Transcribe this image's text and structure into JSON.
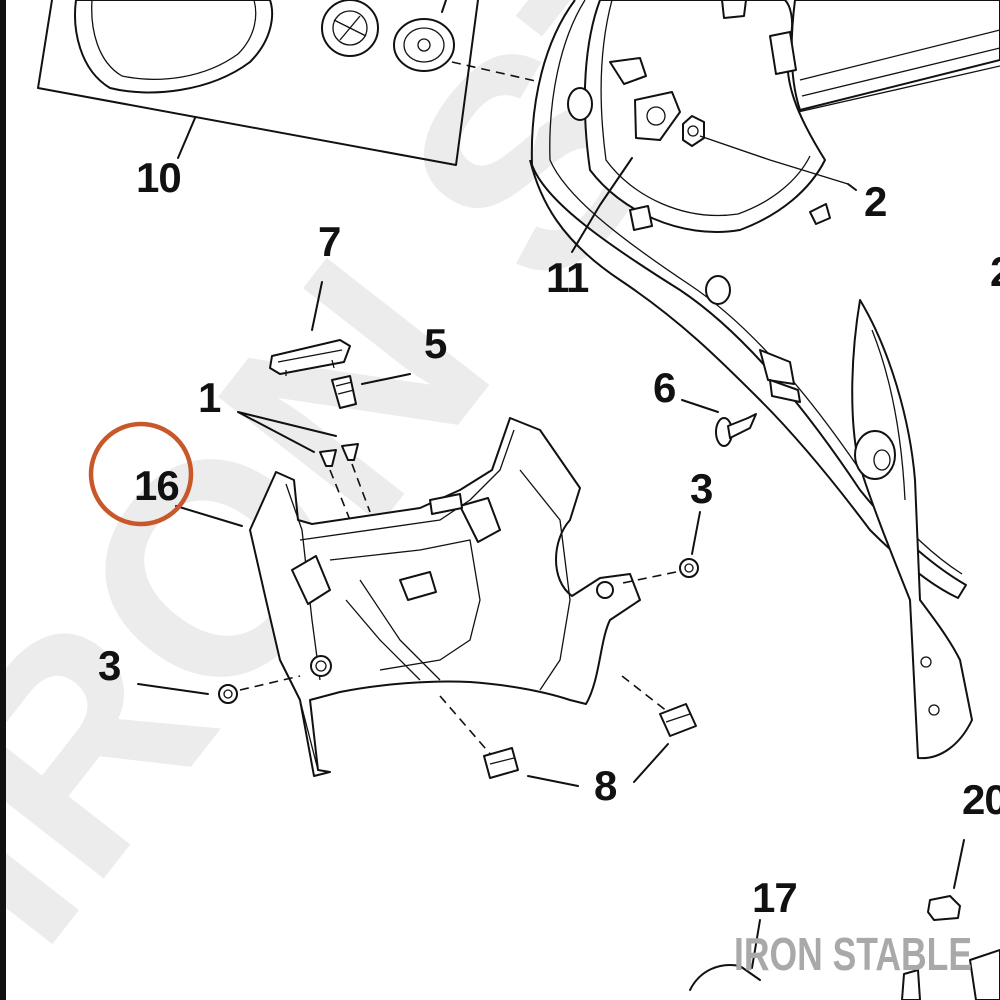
{
  "diagram": {
    "callouts": {
      "c10": "10",
      "c7": "7",
      "c5": "5",
      "c1": "1",
      "c16": "16",
      "c3a": "3",
      "c3b": "3",
      "c8": "8",
      "c6": "6",
      "c11": "11",
      "c2": "2",
      "c2b": "2",
      "c20": "20",
      "c17": "17"
    },
    "highlighted_callout": "16",
    "highlight_color": "#c8572a",
    "watermark": "IRON STABLE",
    "footer_brand": "IRON STABLE"
  }
}
